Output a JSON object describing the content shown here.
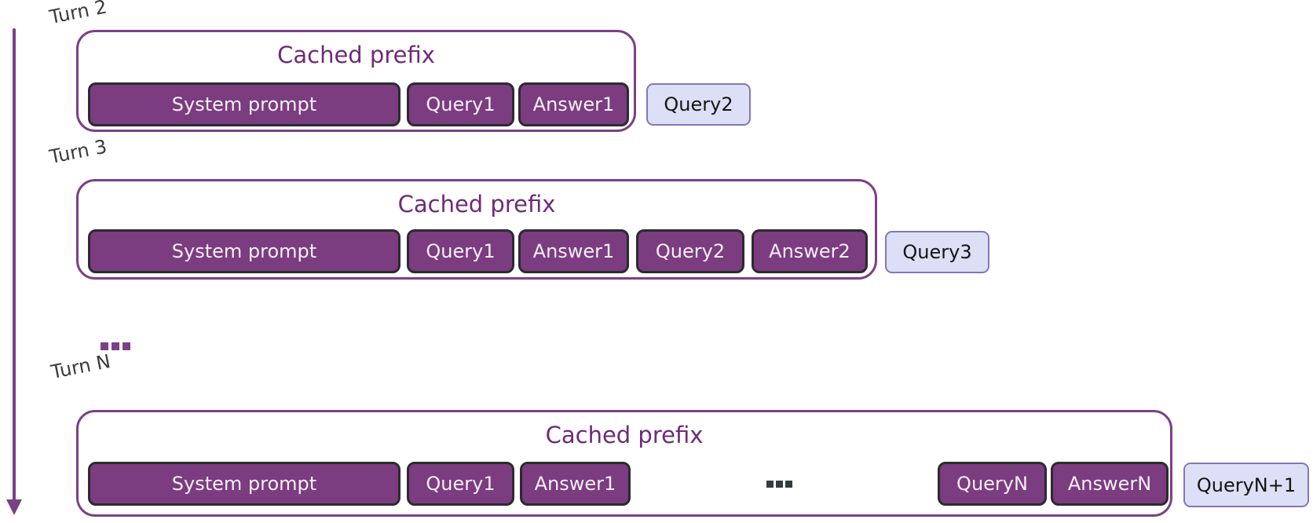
{
  "diagram": {
    "ellipsis": "...",
    "rows": [
      {
        "turn_label": "Turn 2",
        "cached_prefix_label": "Cached prefix",
        "blocks": [
          "System prompt",
          "Query1",
          "Answer1"
        ],
        "new_query": "Query2"
      },
      {
        "turn_label": "Turn 3",
        "cached_prefix_label": "Cached prefix",
        "blocks": [
          "System prompt",
          "Query1",
          "Answer1",
          "Query2",
          "Answer2"
        ],
        "new_query": "Query3"
      },
      {
        "turn_label": "Turn N",
        "cached_prefix_label": "Cached prefix",
        "blocks": [
          "System prompt",
          "Query1",
          "Answer1",
          "...",
          "QueryN",
          "AnswerN"
        ],
        "new_query": "QueryN+1"
      }
    ],
    "colors": {
      "cached_block_fill": "#7B3C80",
      "cached_block_border": "#2B2B30",
      "container_border": "#7B4086",
      "title_text": "#6E2A78",
      "new_query_fill": "#DCDFF5",
      "new_query_border": "#8577B5",
      "arrow": "#7B4086",
      "between_turns_ellipsis": "#7B4086",
      "in_cache_ellipsis": "#333B42"
    }
  }
}
